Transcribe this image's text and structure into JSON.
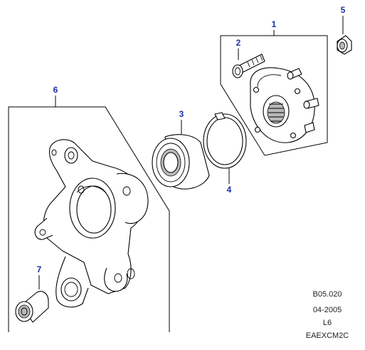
{
  "callouts": [
    "1",
    "2",
    "3",
    "4",
    "5",
    "6",
    "7"
  ],
  "reference": {
    "drawing_no": "B05.020",
    "date": "04-2005",
    "model": "L6",
    "code": "EAEXCM2C"
  },
  "colors": {
    "callout": "#1a2fa8",
    "line": "#000000",
    "shade": "#b9b9b9"
  }
}
